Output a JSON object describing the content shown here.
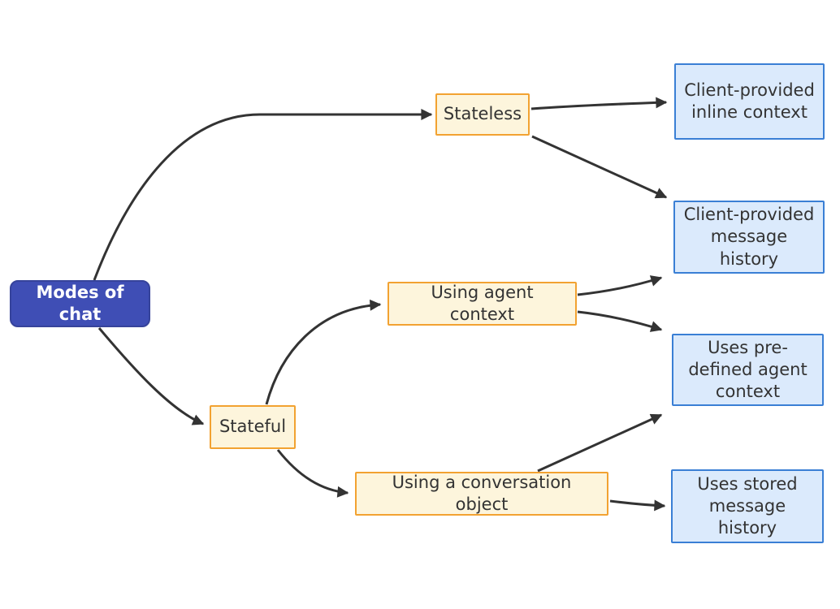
{
  "diagram": {
    "type": "flowchart-left-to-right",
    "nodes": [
      {
        "id": "modes-of-chat",
        "label": "Modes of chat",
        "type": "root"
      },
      {
        "id": "stateless",
        "label": "Stateless",
        "type": "branch"
      },
      {
        "id": "stateful",
        "label": "Stateful",
        "type": "branch"
      },
      {
        "id": "using-agent-context",
        "label": "Using agent context",
        "type": "branch"
      },
      {
        "id": "using-a-conversation-object",
        "label": "Using a conversation object",
        "type": "branch"
      },
      {
        "id": "client-provided-inline-context",
        "label": "Client-provided inline context",
        "type": "leaf"
      },
      {
        "id": "client-provided-message-history",
        "label": "Client-provided message history",
        "type": "leaf"
      },
      {
        "id": "uses-pre-defined-agent-context",
        "label": "Uses pre-defined agent context",
        "type": "leaf"
      },
      {
        "id": "uses-stored-message-history",
        "label": "Uses stored message history",
        "type": "leaf"
      }
    ],
    "edges": [
      {
        "from": "modes-of-chat",
        "to": "stateless"
      },
      {
        "from": "modes-of-chat",
        "to": "stateful"
      },
      {
        "from": "stateless",
        "to": "client-provided-inline-context"
      },
      {
        "from": "stateless",
        "to": "client-provided-message-history"
      },
      {
        "from": "stateful",
        "to": "using-agent-context"
      },
      {
        "from": "stateful",
        "to": "using-a-conversation-object"
      },
      {
        "from": "using-agent-context",
        "to": "client-provided-message-history"
      },
      {
        "from": "using-agent-context",
        "to": "uses-pre-defined-agent-context"
      },
      {
        "from": "using-a-conversation-object",
        "to": "uses-pre-defined-agent-context"
      },
      {
        "from": "using-a-conversation-object",
        "to": "uses-stored-message-history"
      }
    ],
    "colors": {
      "root_fill": "#3f4eb5",
      "root_border": "#36439b",
      "root_text": "#ffffff",
      "branch_fill": "#fdf5dc",
      "branch_border": "#f2a231",
      "leaf_fill": "#dbeafc",
      "leaf_border": "#3a7fd5",
      "node_text": "#333333",
      "edge_stroke": "#333333"
    }
  }
}
